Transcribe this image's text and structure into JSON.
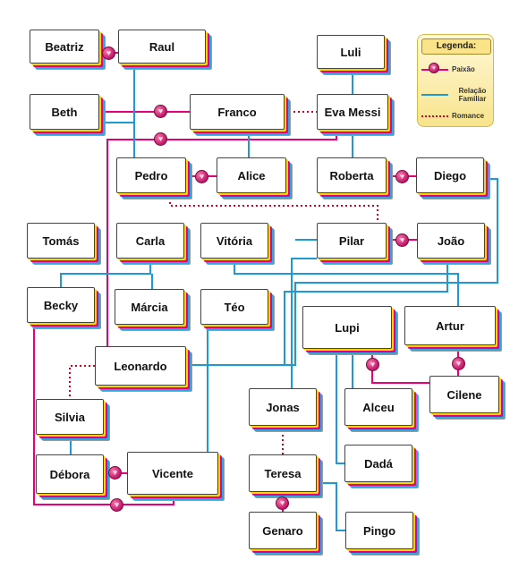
{
  "legend": {
    "title": "Legenda:",
    "passion": "Paixão",
    "family": "Relação Familiar",
    "romance": "Romance"
  },
  "colors": {
    "passion": "#e6007e",
    "family": "#1d9ad6",
    "romance": "#d0021b"
  },
  "nodes": {
    "beatriz": "Beatriz",
    "raul": "Raul",
    "luli": "Luli",
    "beth": "Beth",
    "franco": "Franco",
    "eva_messi": "Eva Messi",
    "pedro": "Pedro",
    "alice": "Alice",
    "roberta": "Roberta",
    "diego": "Diego",
    "tomas": "Tomás",
    "carla": "Carla",
    "vitoria": "Vitória",
    "pilar": "Pilar",
    "joao": "João",
    "becky": "Becky",
    "marcia": "Márcia",
    "teo": "Téo",
    "lupi": "Lupi",
    "artur": "Artur",
    "leonardo": "Leonardo",
    "cilene": "Cilene",
    "jonas": "Jonas",
    "alceu": "Alceu",
    "silvia": "Silvia",
    "debora": "Débora",
    "vicente": "Vicente",
    "teresa": "Teresa",
    "dada": "Dadá",
    "genaro": "Genaro",
    "pingo": "Pingo"
  }
}
